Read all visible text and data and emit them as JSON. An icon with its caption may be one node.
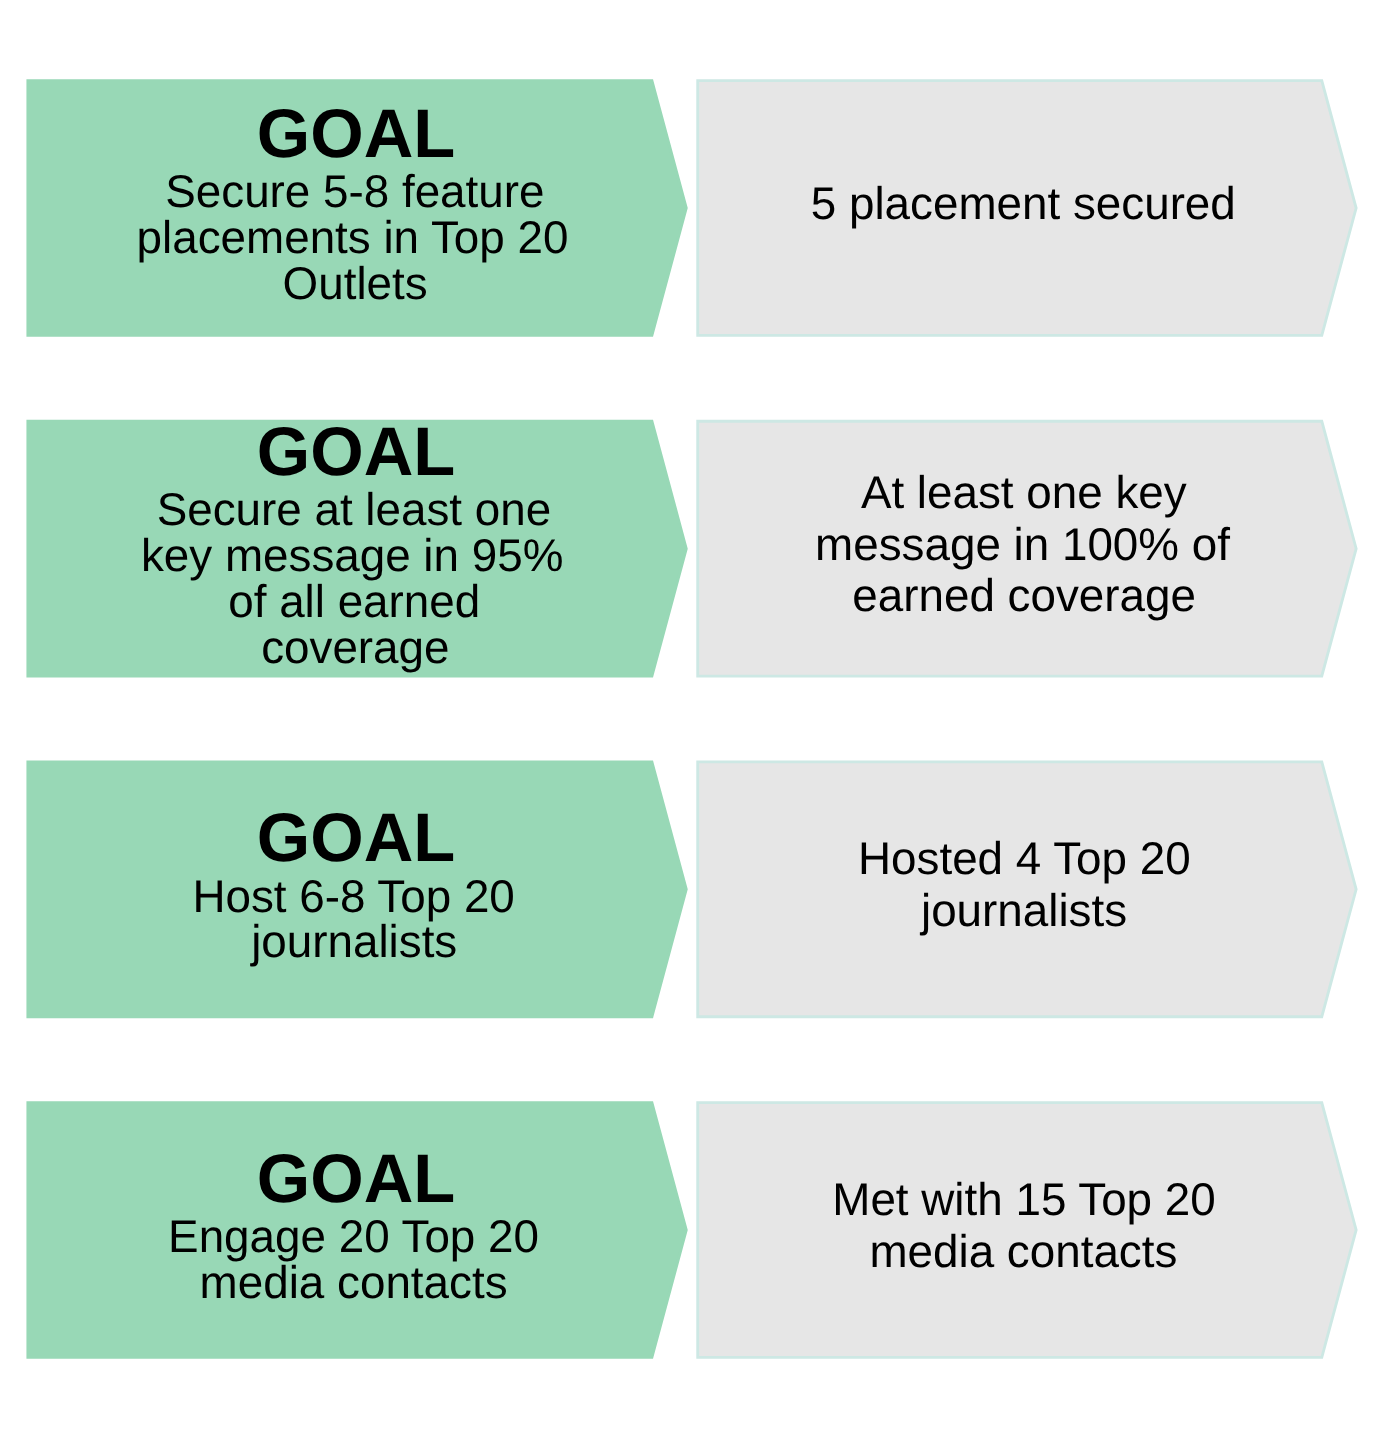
{
  "diagram": {
    "nodes": [
      {
        "text": [
          "GOAL",
          "Secure 5-8 feature placements in Top 20 Outlets"
        ]
      },
      {
        "text": [
          "5 placement secured"
        ]
      },
      {
        "text": [
          "GOAL",
          "Secure at least one key message in 95% of all earned coverage"
        ]
      },
      {
        "text": [
          "At least one key message in 100% of earned coverage"
        ]
      },
      {
        "text": [
          "GOAL",
          "Host 6-8 Top 20 journalists"
        ]
      },
      {
        "text": [
          "Hosted 4 Top 20 journalists"
        ]
      },
      {
        "text": [
          "GOAL",
          "Engage 20 Top 20 media contacts"
        ]
      },
      {
        "text": [
          "Met with 15 Top 20 media contacts"
        ]
      }
    ],
    "edges": []
  }
}
